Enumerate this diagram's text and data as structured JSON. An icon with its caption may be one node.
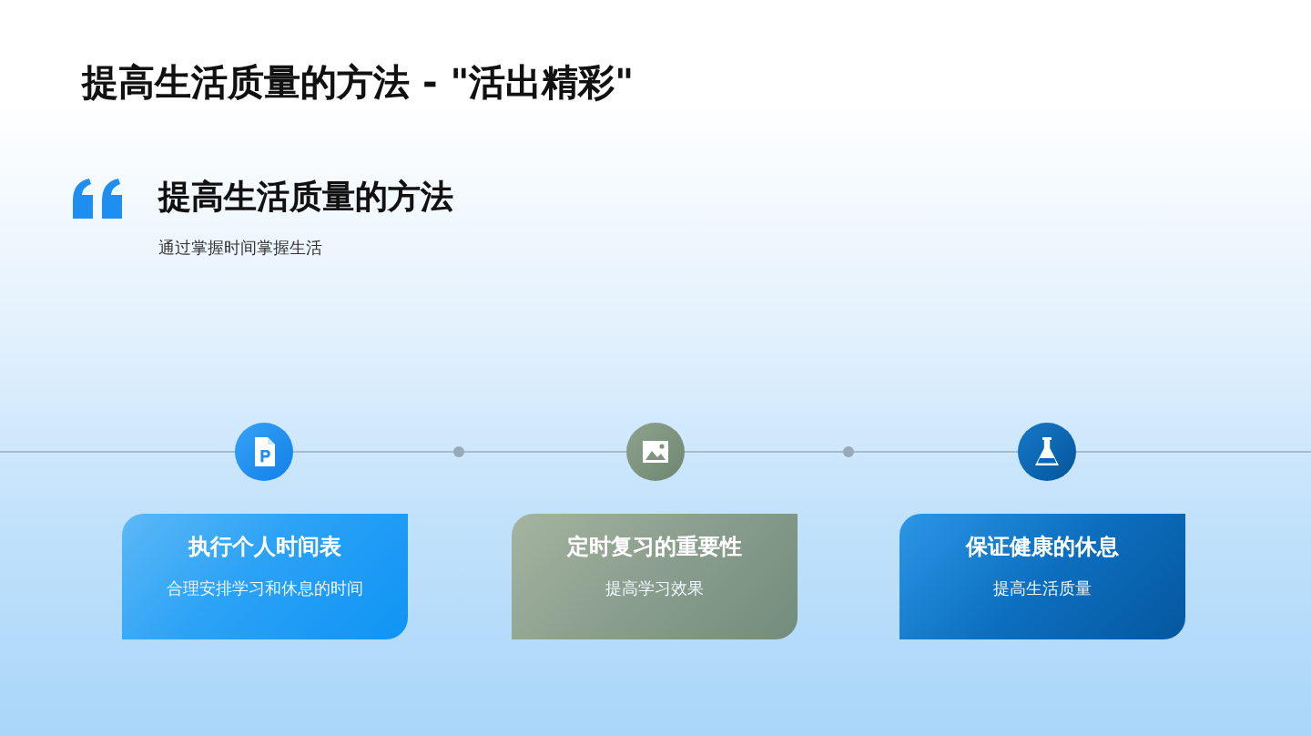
{
  "diagram": {
    "title": "提高生活质量的方法 - \"活出精彩\"",
    "nodes": [
      {
        "text": [
          "执行个人时间表",
          "合理安排学习和休息的时间"
        ]
      },
      {
        "text": [
          "定时复习的重要性",
          "提高学习效果"
        ]
      },
      {
        "text": [
          "保证健康的休息",
          "提高生活质量"
        ]
      }
    ],
    "labels": [
      "提高生活质量的方法",
      "通过掌握时间掌握生活"
    ]
  }
}
